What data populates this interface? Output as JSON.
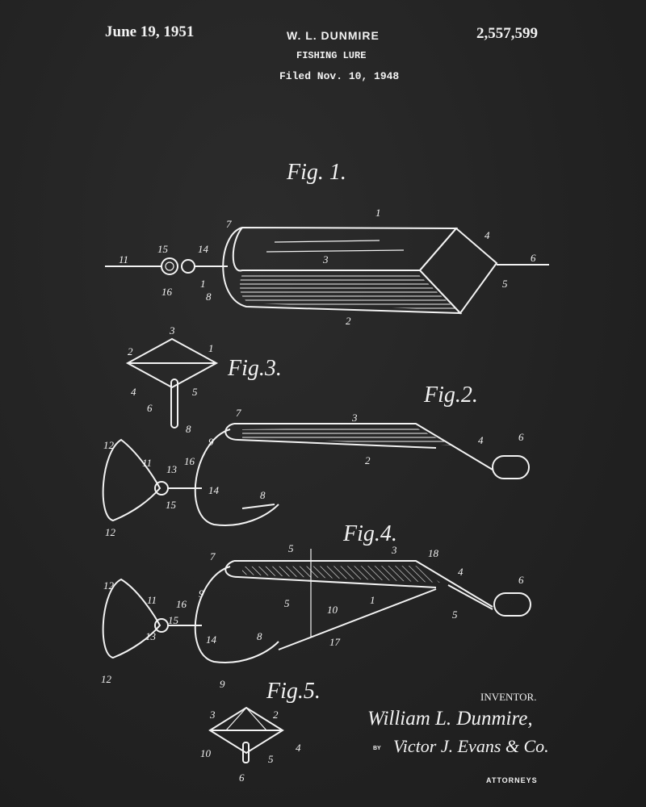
{
  "header": {
    "date": "June 19, 1951",
    "inventor_name": "W. L. DUNMIRE",
    "title": "FISHING LURE",
    "filed": "Filed Nov. 10, 1948",
    "patent_number": "2,557,599"
  },
  "figures": [
    "Fig. 1.",
    "Fig.2.",
    "Fig.3.",
    "Fig.4.",
    "Fig.5."
  ],
  "reference_numerals": {
    "fig1": [
      "1",
      "7",
      "4",
      "3",
      "6",
      "15",
      "14",
      "11",
      "16",
      "1",
      "8",
      "5",
      "2"
    ],
    "fig3": [
      "3",
      "2",
      "1",
      "4",
      "5",
      "6",
      "8"
    ],
    "fig2": [
      "7",
      "3",
      "9",
      "2",
      "4",
      "6",
      "12",
      "11",
      "13",
      "16",
      "14",
      "15",
      "8",
      "12"
    ],
    "fig4": [
      "5",
      "3",
      "18",
      "7",
      "4",
      "6",
      "12",
      "11",
      "9",
      "16",
      "5",
      "10",
      "1",
      "5",
      "15",
      "14",
      "8",
      "13",
      "17",
      "12"
    ],
    "fig5": [
      "9",
      "3",
      "2",
      "4",
      "10",
      "5",
      "6"
    ]
  },
  "signature": {
    "inventor_label": "INVENTOR.",
    "inventor_signature": "William L. Dunmire,",
    "by": "BY",
    "attorney_signature": "Victor J. Evans & Co.",
    "attorneys_label": "ATTORNEYS"
  },
  "colors": {
    "background": "#242424",
    "ink": "#f2f2f2"
  }
}
